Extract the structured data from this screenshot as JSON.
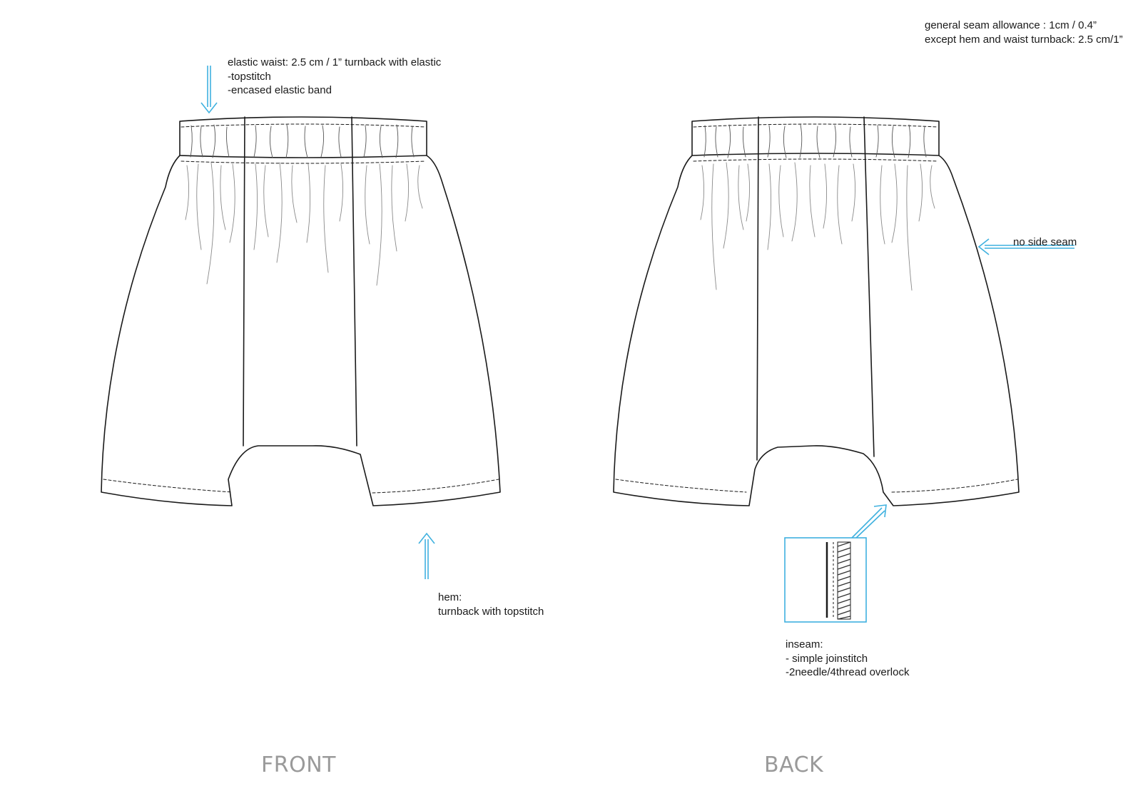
{
  "notes": {
    "seam_allowance": {
      "line1": "general seam allowance : 1cm / 0.4”",
      "line2": "except hem and waist turnback: 2.5 cm/1”"
    },
    "waist": {
      "line1": "elastic waist: 2.5 cm / 1” turnback with elastic",
      "line2": "-topstitch",
      "line3": "-encased elastic band"
    },
    "side_seam": {
      "line1": "no side seam"
    },
    "hem": {
      "line1": "hem:",
      "line2": "turnback with topstitch"
    },
    "inseam": {
      "line1": "inseam:",
      "line2": "- simple joinstitch",
      "line3": "-2needle/4thread overlock"
    }
  },
  "views": {
    "front_label": "FRONT",
    "back_label": "BACK"
  },
  "colors": {
    "line": "#1a1a1a",
    "pleat": "#8a8a8a",
    "callout_arrow": "#3fb1df",
    "view_label": "#9a9a9a"
  }
}
